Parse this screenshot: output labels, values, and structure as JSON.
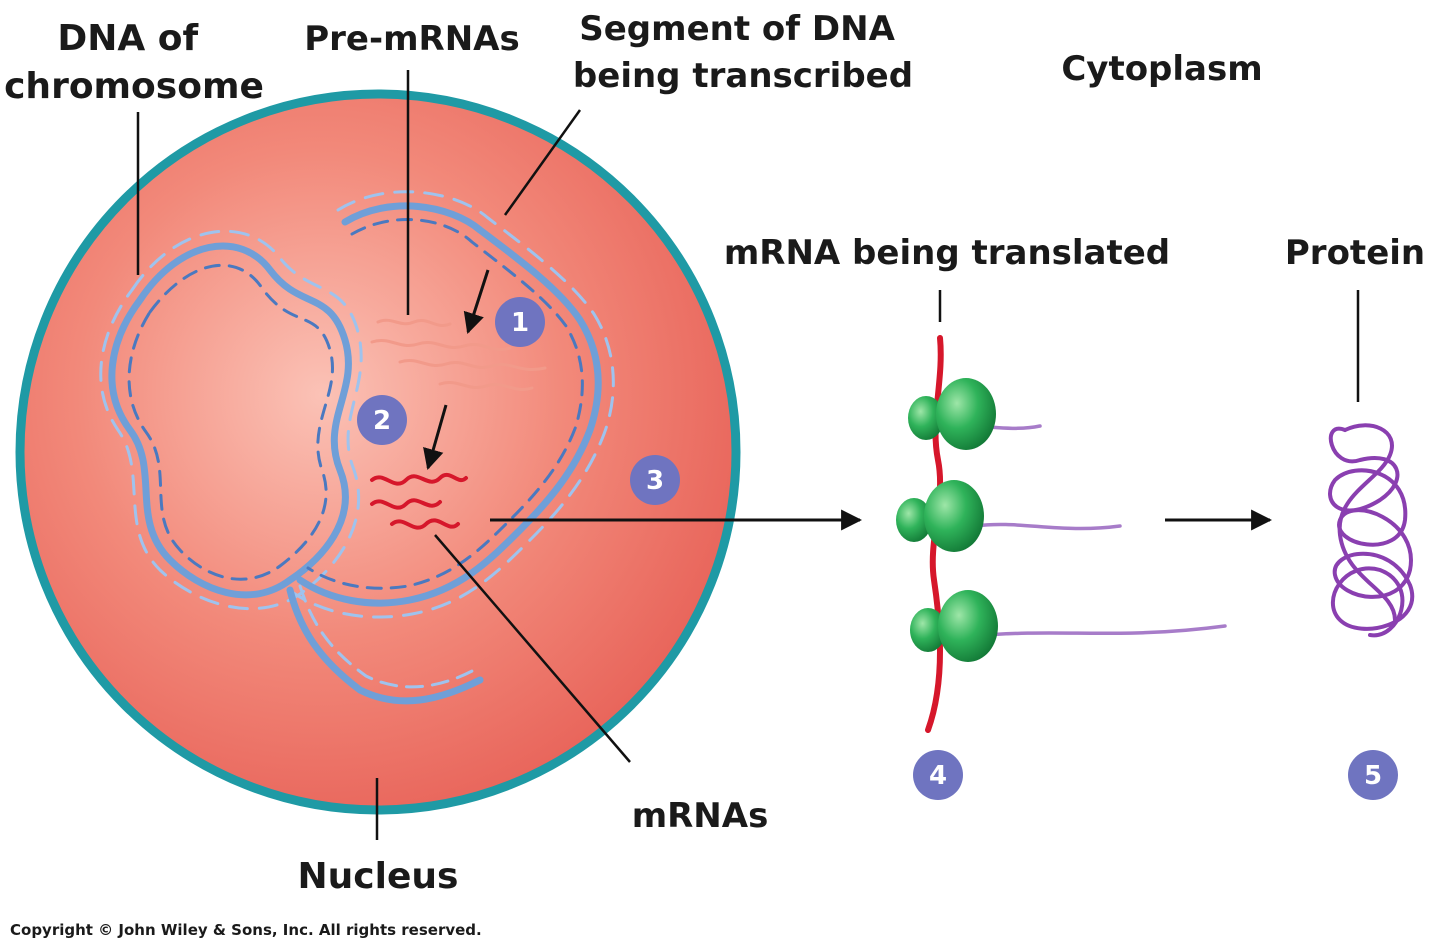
{
  "labels": {
    "dna_of_chromosome": [
      "DNA of",
      "chromosome"
    ],
    "pre_mrnas": "Pre-mRNAs",
    "segment_of_dna": [
      "Segment of DNA",
      "being transcribed"
    ],
    "cytoplasm": "Cytoplasm",
    "mrna_being_translated": "mRNA being translated",
    "protein": "Protein",
    "mrnas": "mRNAs",
    "nucleus": "Nucleus"
  },
  "steps": [
    "1",
    "2",
    "3",
    "4",
    "5"
  ],
  "copyright": "Copyright © John Wiley & Sons, Inc. All rights reserved.",
  "colors": {
    "nucleus_fill": "#ee7b6c",
    "nucleus_border": "#1f9aa5",
    "dna": "#6f9fd8",
    "pre_mrna": "#f29a8a",
    "mrna": "#d6172b",
    "ribosome": "#1fa850",
    "polypeptide": "#a77cc9",
    "protein": "#8a3fb0",
    "step_badge": "#6f74c0"
  }
}
